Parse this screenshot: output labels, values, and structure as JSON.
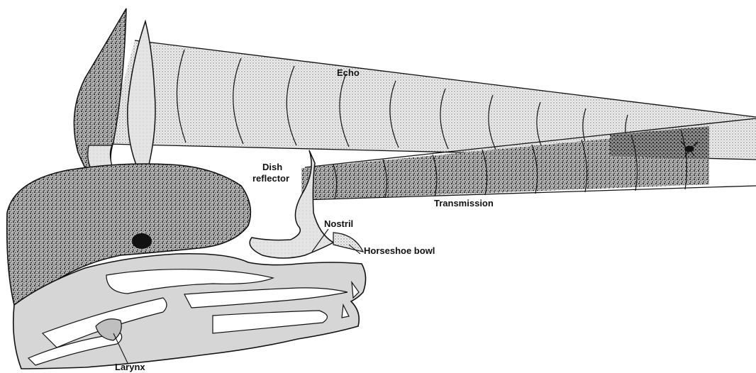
{
  "labels": {
    "echo": "Echo",
    "dish_line1": "Dish",
    "dish_line2": "reflector",
    "transmission": "Transmission",
    "nostril": "Nostril",
    "horseshoe": "Horseshoe bowl",
    "larynx": "Larynx"
  }
}
